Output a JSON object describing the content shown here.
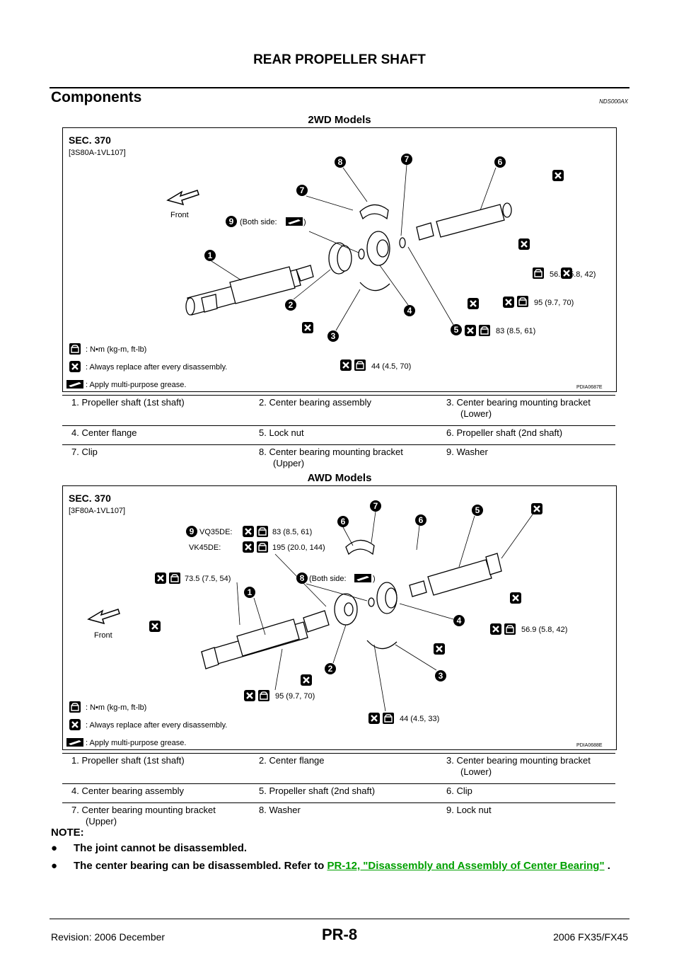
{
  "header": {
    "title": "REAR PROPELLER SHAFT"
  },
  "section": {
    "title": "Components",
    "code": "NDS000AX"
  },
  "diagrams": [
    {
      "model_title": "2WD Models",
      "sec": "SEC. 370",
      "part_code": "[3S80A-1VL107]",
      "figure_id": "PDIA0687E",
      "front_label": "Front",
      "both_side_label": "(Both side:",
      "close_paren": ")",
      "torques": [
        "56.9 (5.8, 42)",
        "95 (9.7, 70)",
        "83 (8.5, 61)",
        "44 (4.5, 70)"
      ],
      "legend": [
        ": N•m (kg-m, ft-lb)",
        ": Always replace after every disassembly.",
        ": Apply multi-purpose grease."
      ],
      "callouts": [
        "1",
        "2",
        "3",
        "4",
        "5",
        "6",
        "7",
        "7",
        "8",
        "9"
      ],
      "parts": [
        [
          "1.",
          "Propeller shaft (1st shaft)",
          "2.",
          "Center bearing assembly",
          "3.",
          "Center bearing mounting bracket (Lower)"
        ],
        [
          "4.",
          "Center flange",
          "5.",
          "Lock nut",
          "6.",
          "Propeller shaft (2nd shaft)"
        ],
        [
          "7.",
          "Clip",
          "8.",
          "Center bearing mounting bracket (Upper)",
          "9.",
          "Washer"
        ]
      ]
    },
    {
      "model_title": "AWD Models",
      "sec": "SEC. 370",
      "part_code": "[3F80A-1VL107]",
      "figure_id": "PDIA0688E",
      "front_label": "Front",
      "both_side_label": "(Both side:",
      "close_paren": ")",
      "vq_label": "VQ35DE:",
      "vk_label": "VK45DE:",
      "torques": [
        "83 (8.5, 61)",
        "195 (20.0, 144)",
        "73.5 (7.5, 54)",
        "56.9 (5.8, 42)",
        "95 (9.7, 70)",
        "44 (4.5, 33)"
      ],
      "legend": [
        ": N•m (kg-m, ft-lb)",
        ": Always replace after every disassembly.",
        ": Apply multi-purpose grease."
      ],
      "callouts": [
        "1",
        "2",
        "3",
        "4",
        "5",
        "6",
        "6",
        "7",
        "8",
        "9"
      ],
      "parts": [
        [
          "1.",
          "Propeller shaft (1st shaft)",
          "2.",
          "Center flange",
          "3.",
          "Center bearing mounting bracket (Lower)"
        ],
        [
          "4.",
          "Center bearing assembly",
          "5.",
          "Propeller shaft (2nd shaft)",
          "6.",
          "Clip"
        ],
        [
          "7.",
          "Center bearing mounting bracket (Upper)",
          "8.",
          "Washer",
          "9.",
          "Lock nut"
        ]
      ]
    }
  ],
  "note": {
    "heading": "NOTE:",
    "bullet_glyph": "●",
    "items": [
      {
        "text": "The joint cannot be disassembled."
      },
      {
        "text": "The center bearing can be disassembled. Refer to ",
        "link": "PR-12, \"Disassembly and Assembly of Center Bearing\"",
        "after": " ."
      }
    ]
  },
  "footer": {
    "revision": "Revision: 2006 December",
    "page": "PR-8",
    "model": "2006 FX35/FX45"
  }
}
